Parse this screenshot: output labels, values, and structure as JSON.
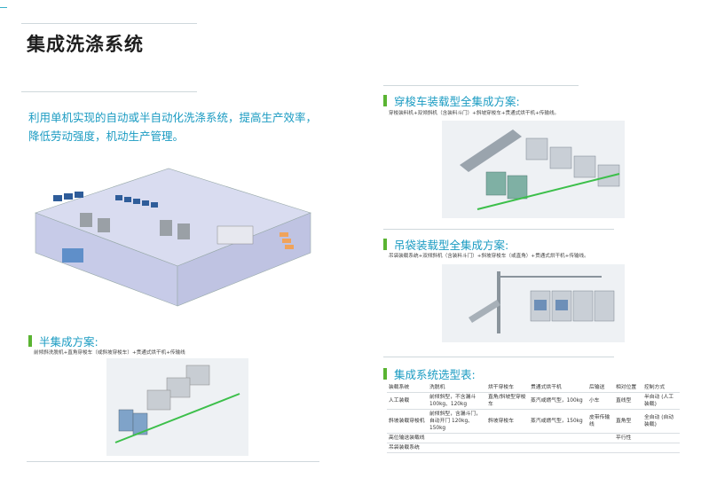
{
  "page": {
    "title": "集成洗涤系统",
    "intro": "利用单机实现的自动或半自动化洗涤系统，提高生产效率，降低劳动强度，机动生产管理。"
  },
  "semi": {
    "title": "半集成方案:",
    "subtitle": "前倾斜洗脱机+直角穿梭车（或斜坡穿梭车）+贯通式烘干机+传输线"
  },
  "shuttle": {
    "title": "穿梭车装载型全集成方案:",
    "subtitle": "穿梭装料机+双倾斜机（含装料斗门）+斜坡穿梭车+贯通式烘干机+传输线。"
  },
  "bag": {
    "title": "吊袋装载型全集成方案:",
    "subtitle": "吊袋装载系统+双倾斜机（含装料斗门）+斜坡穿梭车（或直角）+贯通式烘干机+传输线。"
  },
  "selection": {
    "title": "集成系统选型表:",
    "headers": [
      "装载系统",
      "洗脱机",
      "烘干穿梭车",
      "贯通式烘干机",
      "后输送",
      "相对位置",
      "控制方式"
    ],
    "rows": [
      [
        "人工装载",
        "前倾斜型，不含漏斗 100kg、120kg",
        "直角/斜坡型穿梭车",
        "蒸汽或燃气型，100kg",
        "小车",
        "直线型",
        "半自动 (人工装载)"
      ],
      [
        "斜坡装载穿梭机",
        "前倾斜型，含漏斗门，自动开门 120kg、150kg",
        "斜坡穿梭车",
        "蒸汽或燃气型，150kg",
        "皮带传输线",
        "直角型",
        "全自动 (自动装载)"
      ],
      [
        "高位输送装载线",
        "",
        "",
        "",
        "",
        "平行性",
        ""
      ],
      [
        "吊袋装载系统",
        "",
        "",
        "",
        "",
        "",
        ""
      ]
    ]
  }
}
